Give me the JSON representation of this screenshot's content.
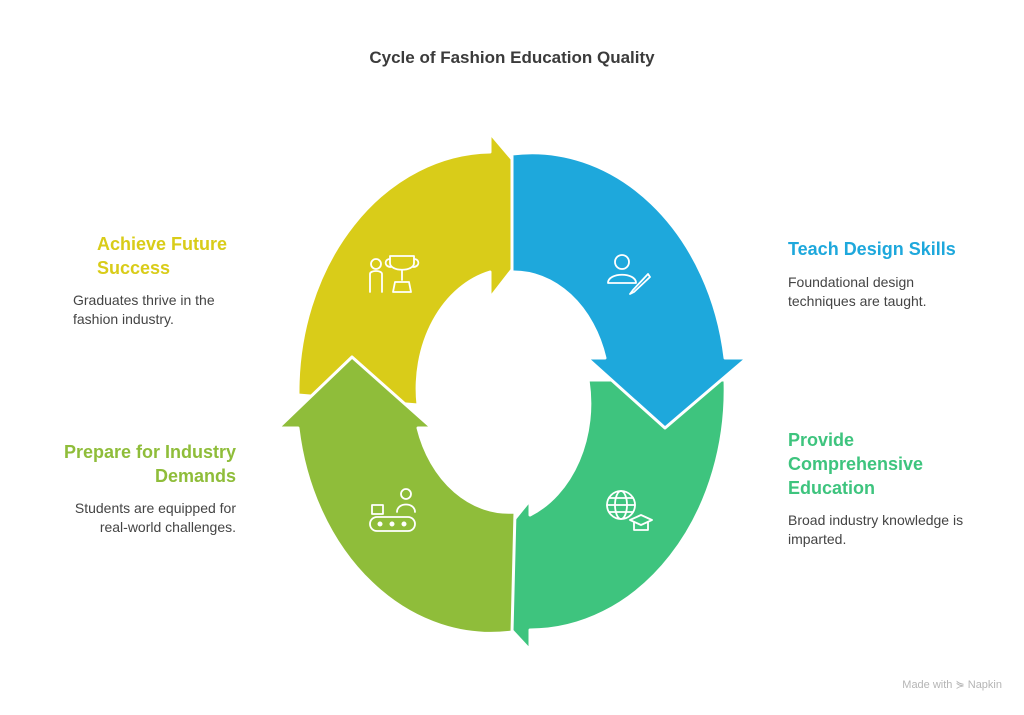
{
  "title": "Cycle of Fashion Education Quality",
  "stages": [
    {
      "id": "teach",
      "title_lines": [
        "Teach Design Skills"
      ],
      "desc_lines": [
        "Foundational design",
        "techniques are taught."
      ],
      "color": "#1ea8dc",
      "icon": "designer-pencil-icon"
    },
    {
      "id": "provide",
      "title_lines": [
        "Provide",
        "Comprehensive",
        "Education"
      ],
      "desc_lines": [
        "Broad industry knowledge is",
        "imparted."
      ],
      "color": "#3ec47e",
      "icon": "globe-graduation-cap-icon"
    },
    {
      "id": "prepare",
      "title_lines": [
        "Prepare for Industry",
        "Demands"
      ],
      "desc_lines": [
        "Students are equipped for",
        "real-world challenges."
      ],
      "color": "#8fbd3a",
      "icon": "conveyor-worker-icon"
    },
    {
      "id": "achieve",
      "title_lines": [
        "Achieve Future",
        "Success"
      ],
      "desc_lines": [
        "Graduates thrive in the",
        "fashion industry."
      ],
      "color": "#d9cc19",
      "icon": "person-trophy-icon"
    }
  ],
  "credit": "Made with ⋟ Napkin"
}
